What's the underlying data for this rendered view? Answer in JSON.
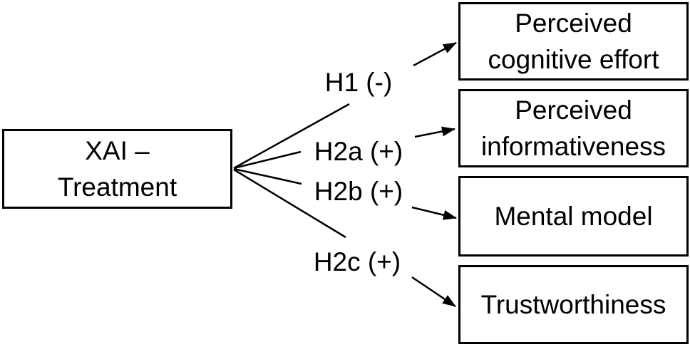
{
  "diagram": {
    "source_box": {
      "lines": [
        "XAI –",
        "Treatment"
      ]
    },
    "hypotheses": [
      {
        "label": "H1 (-)"
      },
      {
        "label": "H2a (+)"
      },
      {
        "label": "H2b (+)"
      },
      {
        "label": "H2c (+)"
      }
    ],
    "outcomes": [
      {
        "lines": [
          "Perceived",
          "cognitive effort"
        ]
      },
      {
        "lines": [
          "Perceived",
          "informativeness"
        ]
      },
      {
        "lines": [
          "Mental model"
        ]
      },
      {
        "lines": [
          "Trustworthiness"
        ]
      }
    ],
    "colors": {
      "stroke": "#000000",
      "background": "#ffffff",
      "text": "#000000"
    }
  }
}
